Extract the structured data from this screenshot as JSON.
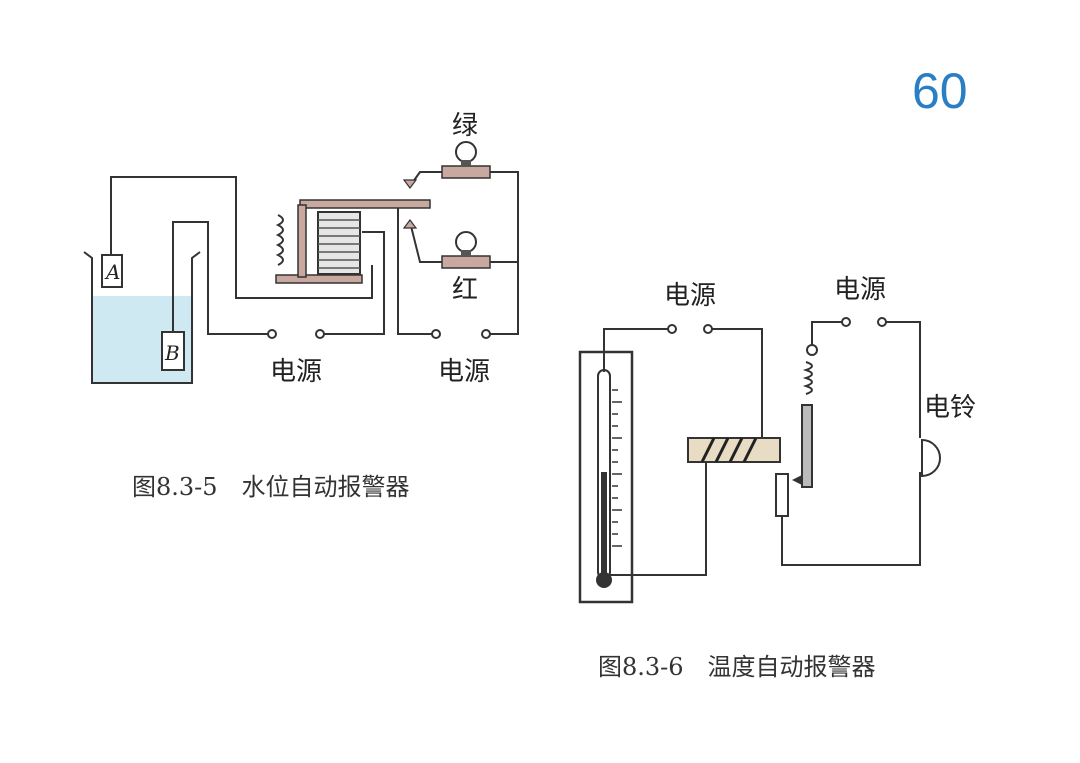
{
  "page_number": "60",
  "figure1": {
    "caption": "图8.3-5　水位自动报警器",
    "label_green": "绿",
    "label_red": "红",
    "label_power_left": "电源",
    "label_power_right": "电源",
    "electrode_a": "A",
    "electrode_b": "B"
  },
  "figure2": {
    "caption": "图8.3-6　温度自动报警器",
    "label_power_left": "电源",
    "label_power_right": "电源",
    "label_bell": "电铃"
  },
  "colors": {
    "page_number": "#2a7fc4",
    "water": "#cfe9f3",
    "lamp_base": "#c9a8a0"
  }
}
